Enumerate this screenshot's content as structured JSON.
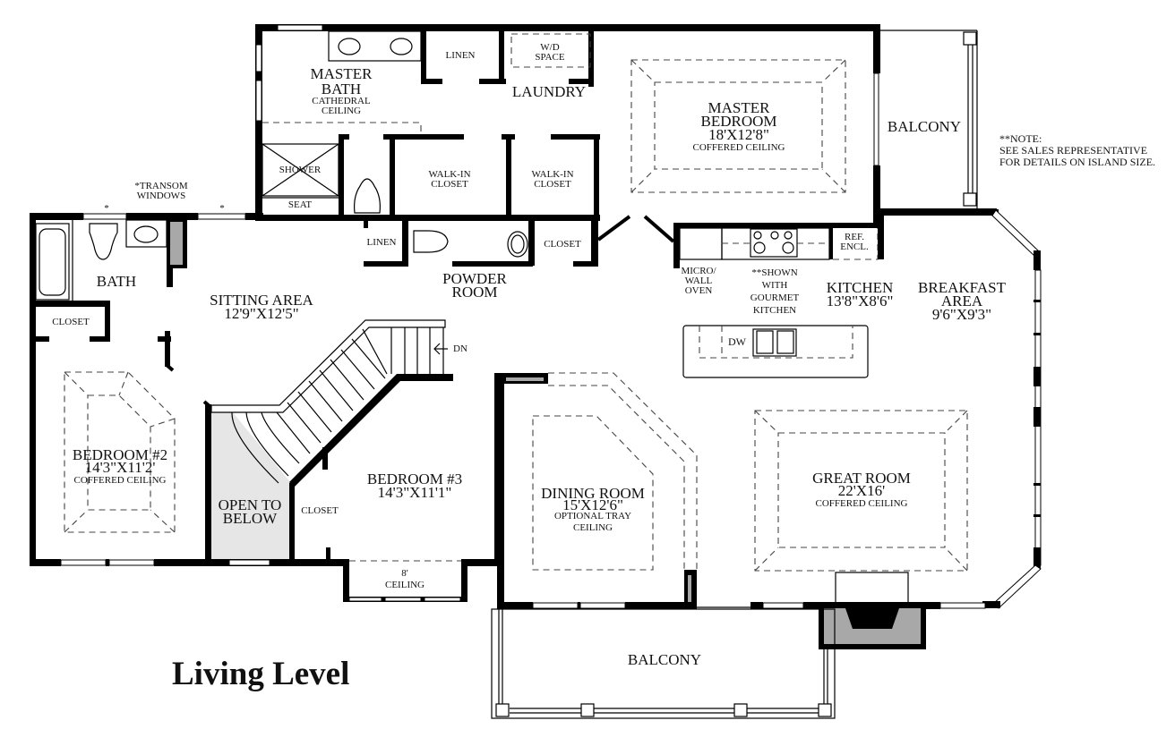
{
  "title": "Living Level",
  "note": {
    "line1": "**NOTE:",
    "line2": "SEE SALES REPRESENTATIVE",
    "line3": "FOR DETAILS ON ISLAND SIZE."
  },
  "transom": {
    "line1": "*TRANSOM",
    "line2": "WINDOWS",
    "marker": "*"
  },
  "rooms": {
    "master_bath": {
      "name1": "MASTER",
      "name2": "BATH",
      "detail1": "CATHEDRAL",
      "detail2": "CEILING"
    },
    "linen_top": {
      "name": "LINEN"
    },
    "wd_space": {
      "line1": "W/D",
      "line2": "SPACE"
    },
    "laundry": {
      "name": "LAUNDRY"
    },
    "master_bedroom": {
      "name1": "MASTER",
      "name2": "BEDROOM",
      "size": "18'X12'8\"",
      "detail": "COFFERED CEILING"
    },
    "balcony_top": {
      "name": "BALCONY"
    },
    "shower": {
      "name": "SHOWER"
    },
    "seat": {
      "name": "SEAT"
    },
    "walkin_left": {
      "line1": "WALK-IN",
      "line2": "CLOSET"
    },
    "walkin_right": {
      "line1": "WALK-IN",
      "line2": "CLOSET"
    },
    "linen_mid": {
      "name": "LINEN"
    },
    "closet_powder": {
      "name": "CLOSET"
    },
    "powder_room": {
      "line1": "POWDER",
      "line2": "ROOM"
    },
    "bath": {
      "name": "BATH"
    },
    "closet_left": {
      "name": "CLOSET"
    },
    "sitting_area": {
      "name": "SITTING AREA",
      "size": "12'9\"X12'5\""
    },
    "stairs": {
      "direction": "DN"
    },
    "micro_wall_oven": {
      "line1": "MICRO/",
      "line2": "WALL",
      "line3": "OVEN"
    },
    "gourmet_note": {
      "line1": "**SHOWN",
      "line2": "WITH",
      "line3": "GOURMET",
      "line4": "KITCHEN"
    },
    "ref_encl": {
      "line1": "REF.",
      "line2": "ENCL."
    },
    "kitchen": {
      "name": "KITCHEN",
      "size": "13'8\"X8'6\""
    },
    "dishwasher": {
      "name": "DW"
    },
    "breakfast_area": {
      "name1": "BREAKFAST",
      "name2": "AREA",
      "size": "9'6\"X9'3\""
    },
    "bedroom2": {
      "name": "BEDROOM #2",
      "size": "14'3\"X11'2'",
      "detail": "COFFERED CEILING"
    },
    "open_to_below": {
      "line1": "OPEN TO",
      "line2": "BELOW"
    },
    "closet_bed3": {
      "name": "CLOSET"
    },
    "bedroom3": {
      "name": "BEDROOM #3",
      "size": "14'3\"X11'1\""
    },
    "ceiling_8": {
      "line1": "8'",
      "line2": "CEILING"
    },
    "dining_room": {
      "name": "DINING ROOM",
      "size": "15'X12'6\"",
      "detail1": "OPTIONAL TRAY",
      "detail2": "CEILING"
    },
    "great_room": {
      "name": "GREAT ROOM",
      "size": "22'X16'",
      "detail": "COFFERED CEILING"
    },
    "balcony_bottom": {
      "name": "BALCONY"
    }
  },
  "colors": {
    "wall": "#000000",
    "fireplace": "#a8a8a8",
    "open_to_below": "#e6e6e6",
    "background": "#ffffff"
  }
}
